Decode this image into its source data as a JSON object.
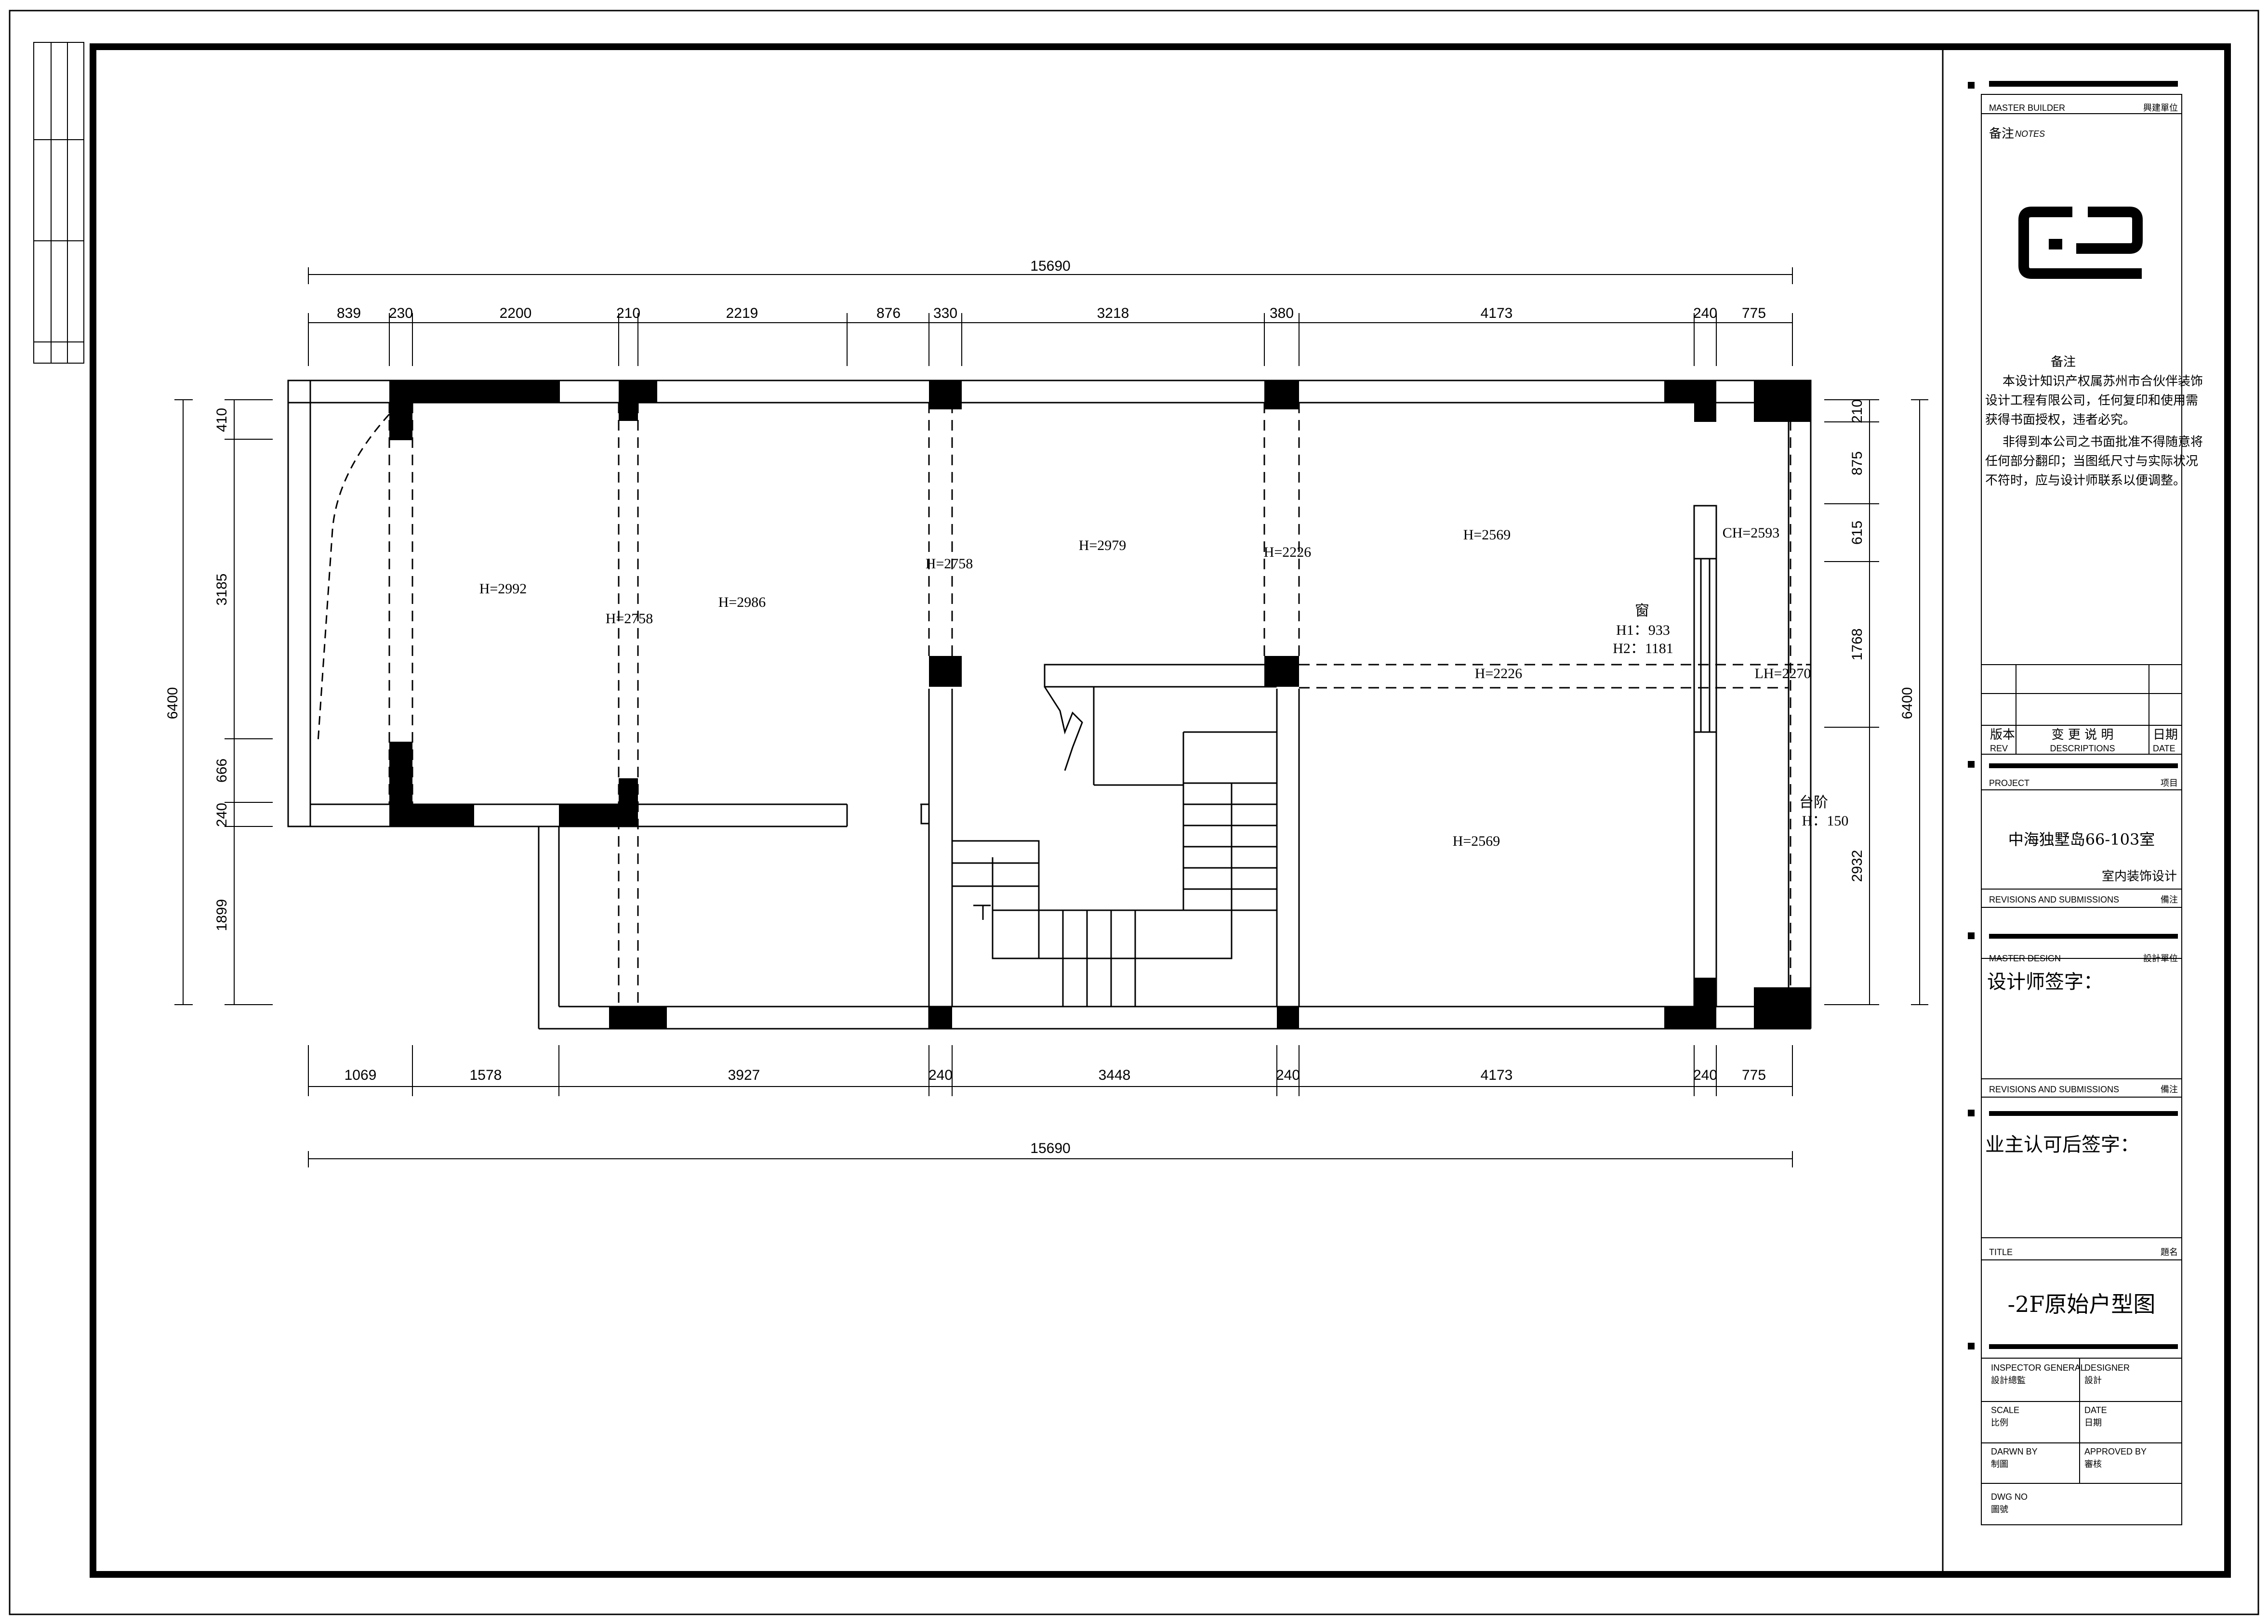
{
  "dimensions": {
    "top_total": "15690",
    "top": [
      "839",
      "230",
      "2200",
      "210",
      "2219",
      "876",
      "330",
      "3218",
      "380",
      "4173",
      "240",
      "775"
    ],
    "bottom": [
      "1069",
      "1578",
      "3927",
      "240",
      "3448",
      "240",
      "4173",
      "240",
      "775"
    ],
    "bottom_total": "15690",
    "left": [
      "410",
      "3185",
      "666",
      "240",
      "1899"
    ],
    "left_total": "6400",
    "right": [
      "210",
      "875",
      "615",
      "1768",
      "2932"
    ],
    "right_total": "6400"
  },
  "rooms": {
    "r1": "H=2992",
    "r2": "H=2758",
    "r3": "H=2986",
    "r4": "H=2758",
    "r5": "H=2979",
    "r6": "H=2226",
    "r7": "H=2569",
    "r8": "CH=2593",
    "r9": "H=2226",
    "r10": "LH=2270",
    "r11": "H=2569",
    "window_label": "窗",
    "window_h1": "H1：933",
    "window_h2": "H2：1181",
    "step_label": "台阶",
    "step_h": "H：150"
  },
  "title_block": {
    "master_builder": "MASTER BUILDER",
    "master_builder_cn": "興建單位",
    "notes_cn": "备注",
    "notes_en": "NOTES",
    "logo": "C-P",
    "remark_title": "备注",
    "remark_1": "本设计知识产权属苏州市合伙伴装饰",
    "remark_2": "设计工程有限公司，任何复印和使用需",
    "remark_3": "获得书面授权，违者必究。",
    "remark_4": "非得到本公司之书面批准不得随意将",
    "remark_5": "任何部分翻印；当图纸尺寸与实际状况",
    "remark_6": "不符时，应与设计师联系以便调整。",
    "rev_cn": "版本",
    "rev_en": "REV",
    "desc_cn": "变 更 说 明",
    "desc_en": "DESCRIPTIONS",
    "date_cn": "日期",
    "date_en": "DATE",
    "project": "PROJECT",
    "project_cn": "项目",
    "project_name": "中海独墅岛66-103室",
    "project_sub": "室内装饰设计",
    "revisions": "REVISIONS AND SUBMISSIONS",
    "revisions_cn": "備注",
    "master_design": "MASTER DESIGN",
    "master_design_cn": "設計單位",
    "designer_sign": "设计师签字：",
    "revisions2": "REVISIONS AND SUBMISSIONS",
    "revisions2_cn": "備注",
    "owner_sign": "业主认可后签字：",
    "title": "TITLE",
    "title_cn": "題名",
    "drawing_title": "-2F原始户型图",
    "inspector": "INSPECTOR GENERAL",
    "inspector_cn": "設計總監",
    "designer": "DESIGNER",
    "designer_cn": "設計",
    "scale": "SCALE",
    "scale_cn": "比例",
    "date": "DATE",
    "date_cn2": "日期",
    "drawn": "DARWN BY",
    "drawn_cn": "制圖",
    "approved": "APPROVED BY",
    "approved_cn": "審核",
    "dwg": "DWG NO",
    "dwg_cn": "圖號"
  }
}
